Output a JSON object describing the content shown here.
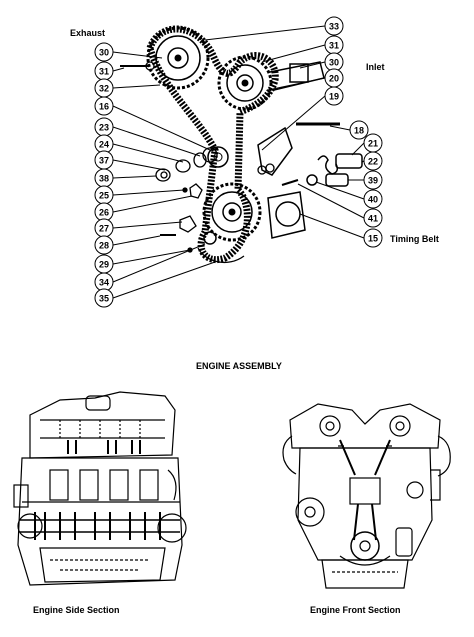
{
  "labels": {
    "exhaust": "Exhaust",
    "inlet": "Inlet",
    "timing_belt": "Timing Belt",
    "engine_assembly": "ENGINE ASSEMBLY",
    "side_section": "Engine Side Section",
    "front_section": "Engine Front Section"
  },
  "callouts_left": [
    "30",
    "31",
    "32",
    "16",
    "23",
    "24",
    "37",
    "38",
    "25",
    "26",
    "27",
    "28",
    "29",
    "34",
    "35"
  ],
  "callouts_right": [
    "33",
    "31",
    "30",
    "20",
    "19",
    "18",
    "21",
    "22",
    "39",
    "40",
    "41",
    "15"
  ]
}
